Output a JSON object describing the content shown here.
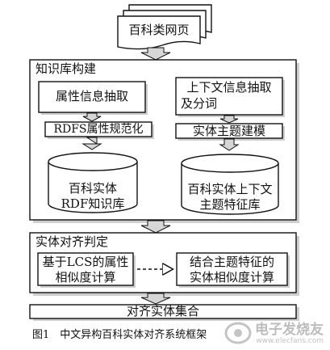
{
  "diagram": {
    "source_pages": "百科类网页",
    "kb_panel": {
      "title": "知识库构建",
      "left": {
        "extract": "属性信息抽取",
        "normalize": "RDFS属性规范化",
        "store_line1": "百科实体",
        "store_line2": "RDF知识库"
      },
      "right": {
        "extract_line1": "上下文信息抽取",
        "extract_line2": "及分词",
        "model": "实体主题建模",
        "store_line1": "百科实体上下文",
        "store_line2": "主题特征库"
      }
    },
    "align_panel": {
      "title": "实体对齐判定",
      "left_line1": "基于LCS的属性",
      "left_line2": "相似度计算",
      "right_line1": "结合主题特征的",
      "right_line2": "实体相似度计算"
    },
    "result": "对齐实体集合",
    "caption": "图1　中文异构百科实体对齐系统框架"
  },
  "watermark": {
    "text": "电子发烧友",
    "url": "www.elecfans.com"
  },
  "colors": {
    "line": "#111111",
    "fill": "#ffffff",
    "arrow_fill": "#d6d6d6",
    "shadow": "#cfcfcf"
  }
}
